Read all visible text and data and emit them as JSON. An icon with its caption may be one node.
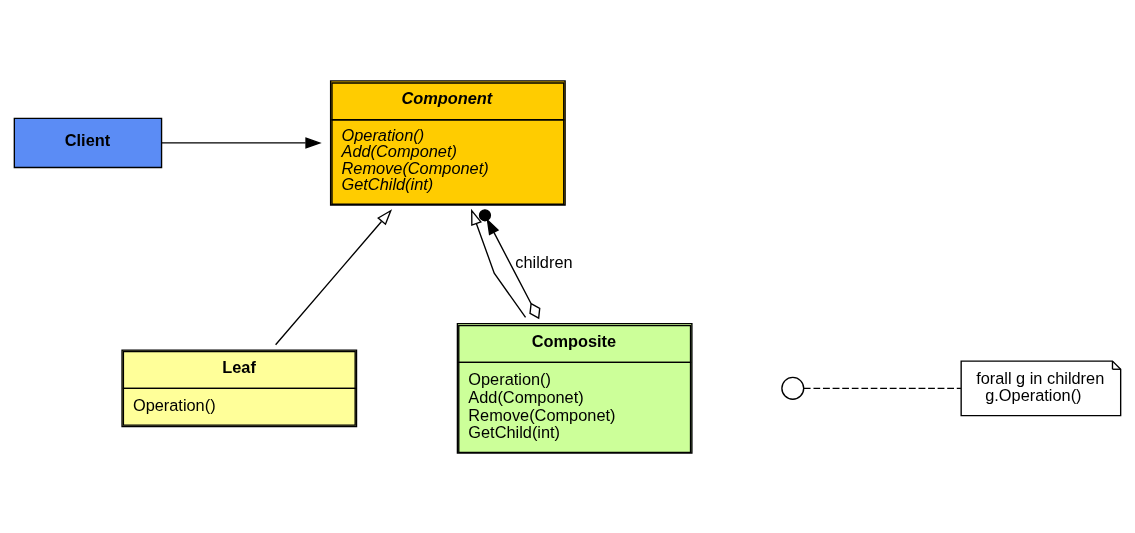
{
  "diagram": {
    "nodes": [
      {
        "text": [
          "Client"
        ]
      },
      {
        "text": [
          "Component",
          "Operation()",
          "Add(Componet)",
          "Remove(Componet)",
          "GetChild(int)"
        ]
      },
      {
        "text": [
          "Leaf",
          "Operation()"
        ]
      },
      {
        "text": [
          "Composite",
          "Operation()",
          "Add(Componet)",
          "Remove(Componet)",
          "GetChild(int)"
        ]
      },
      {
        "text": [],
        "shape": "circle"
      },
      {
        "text": [
          "forall g in children",
          "g.Operation()"
        ]
      }
    ],
    "edges": [
      {
        "from": 0,
        "to": 1,
        "arrow": "to"
      },
      {
        "from": 2,
        "to": 1,
        "arrow": "to"
      },
      {
        "from": 3,
        "to": 1,
        "arrow": "to"
      },
      {
        "from": 3,
        "to": 1,
        "arrow": "to",
        "label": "children"
      },
      {
        "from": 4,
        "to": 5,
        "arrow": "none",
        "style": "dashed"
      }
    ]
  }
}
